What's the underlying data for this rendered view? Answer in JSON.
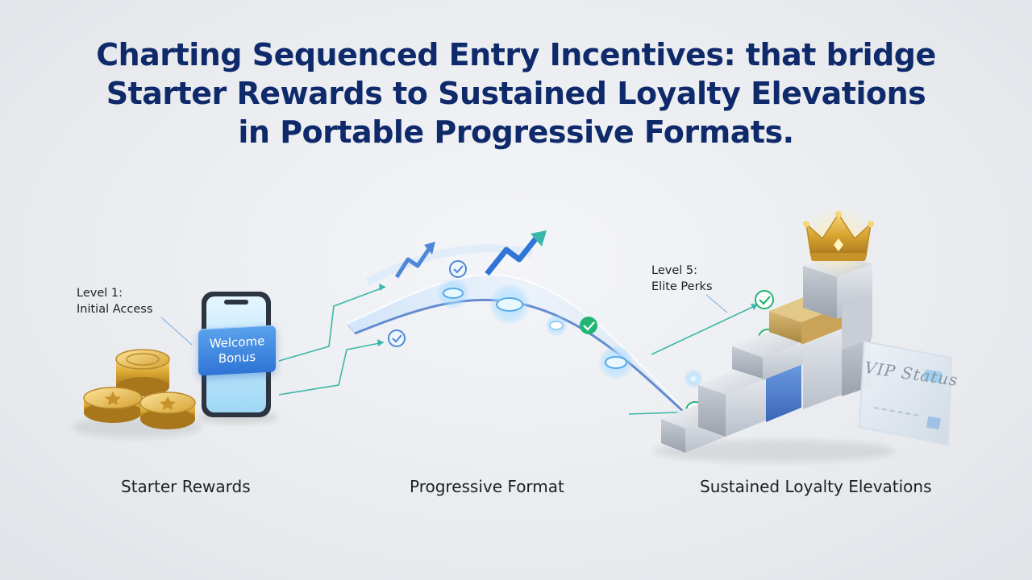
{
  "title": {
    "line1": "Charting Sequenced Entry Incentives: that bridge",
    "line2": "Starter Rewards to Sustained Loyalty Elevations",
    "line3": "in Portable Progressive Formats."
  },
  "level1": {
    "line1": "Level 1:",
    "line2": "Initial Access"
  },
  "level5": {
    "line1": "Level 5:",
    "line2": "Elite Perks"
  },
  "welcome_bonus": {
    "line1": "Welcome",
    "line2": "Bonus"
  },
  "vip_card": {
    "text": "VIP Status"
  },
  "captions": {
    "starter": "Starter Rewards",
    "progressive": "Progressive Format",
    "sustained": "Sustained Loyalty Elevations"
  },
  "colors": {
    "title": "#0f2a6b",
    "accent_blue": "#2f74d6",
    "check_green": "#22b573",
    "gold": "#d9a531",
    "arrow_teal": "#3ab7a8"
  }
}
